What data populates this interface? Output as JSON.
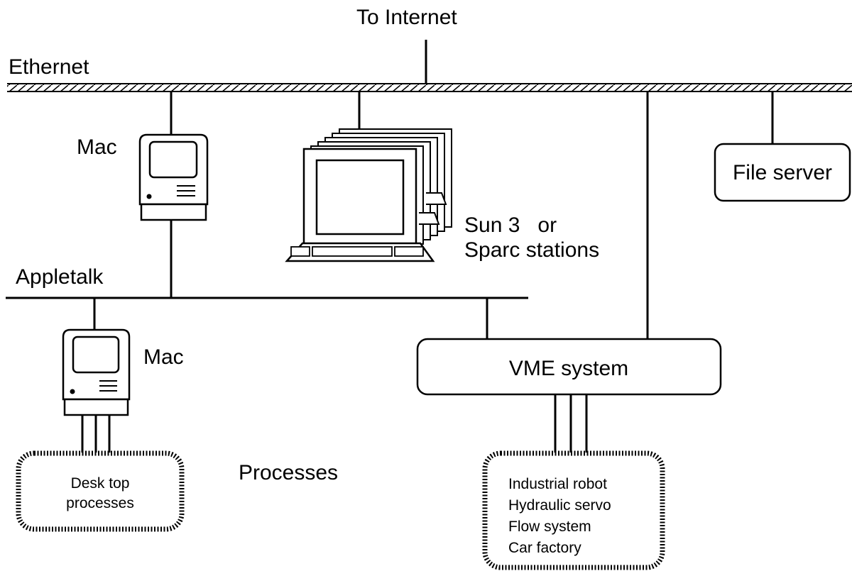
{
  "labels": {
    "to_internet": "To Internet",
    "ethernet": "Ethernet",
    "appletalk": "Appletalk",
    "mac_top": "Mac",
    "mac_bottom": "Mac",
    "sun_line1": "Sun 3   or",
    "sun_line2": "Sparc stations",
    "file_server": "File server",
    "vme_system": "VME system",
    "processes": "Processes"
  },
  "desktop_processes": [
    "Desk top",
    "processes"
  ],
  "industrial_processes": [
    "Industrial robot",
    "Hydraulic servo",
    "Flow system",
    "Car factory"
  ],
  "colors": {
    "line": "#000000",
    "background": "#ffffff"
  }
}
